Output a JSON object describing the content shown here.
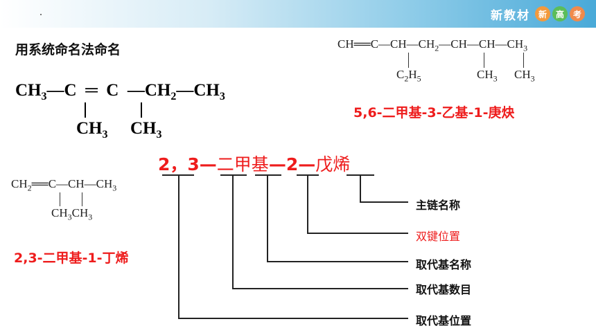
{
  "header": {
    "brand_text": "新教材",
    "brand_badges": [
      "新",
      "高",
      "考"
    ]
  },
  "title": "用系统命名法命名",
  "main_formula": {
    "left_group": "CH",
    "left_sub": "3",
    "c1": "C",
    "double_bond": "═",
    "c2": "C",
    "right_group_1": "CH",
    "right_sub_1": "2",
    "right_group_2": "CH",
    "right_sub_2": "3",
    "branch_1": "CH",
    "branch_1_sub": "3",
    "branch_2": "CH",
    "branch_2_sub": "3"
  },
  "right_formula": {
    "chain": "CH══C—CH—CH",
    "chain_sub": "2",
    "chain_rest": "—CH—CH—CH",
    "chain_end_sub": "3",
    "sub_a": "C",
    "sub_a_sub1": "2",
    "sub_a_mid": "H",
    "sub_a_sub2": "5",
    "sub_b": "CH",
    "sub_b_sub": "3",
    "sub_c": "CH",
    "sub_c_sub": "3",
    "name": "5,6-二甲基-3-乙基-1-庚炔"
  },
  "left_formula": {
    "chain_a": "CH",
    "chain_a_sub": "2",
    "chain_b": "══C—CH—CH",
    "chain_b_sub": "3",
    "branch_a": "CH",
    "branch_a_sub": "3",
    "branch_b": "CH",
    "branch_b_sub": "3",
    "name": "2,3-二甲基-1-丁烯"
  },
  "center_name": {
    "part1": "2，3—",
    "part2": "二甲基",
    "part3": "—2—",
    "part4": "戊烯"
  },
  "descriptions": {
    "main_chain": "主链名称",
    "double_bond_pos": "双键位置",
    "substituent_name": "取代基名称",
    "substituent_count": "取代基数目",
    "substituent_pos": "取代基位置"
  }
}
